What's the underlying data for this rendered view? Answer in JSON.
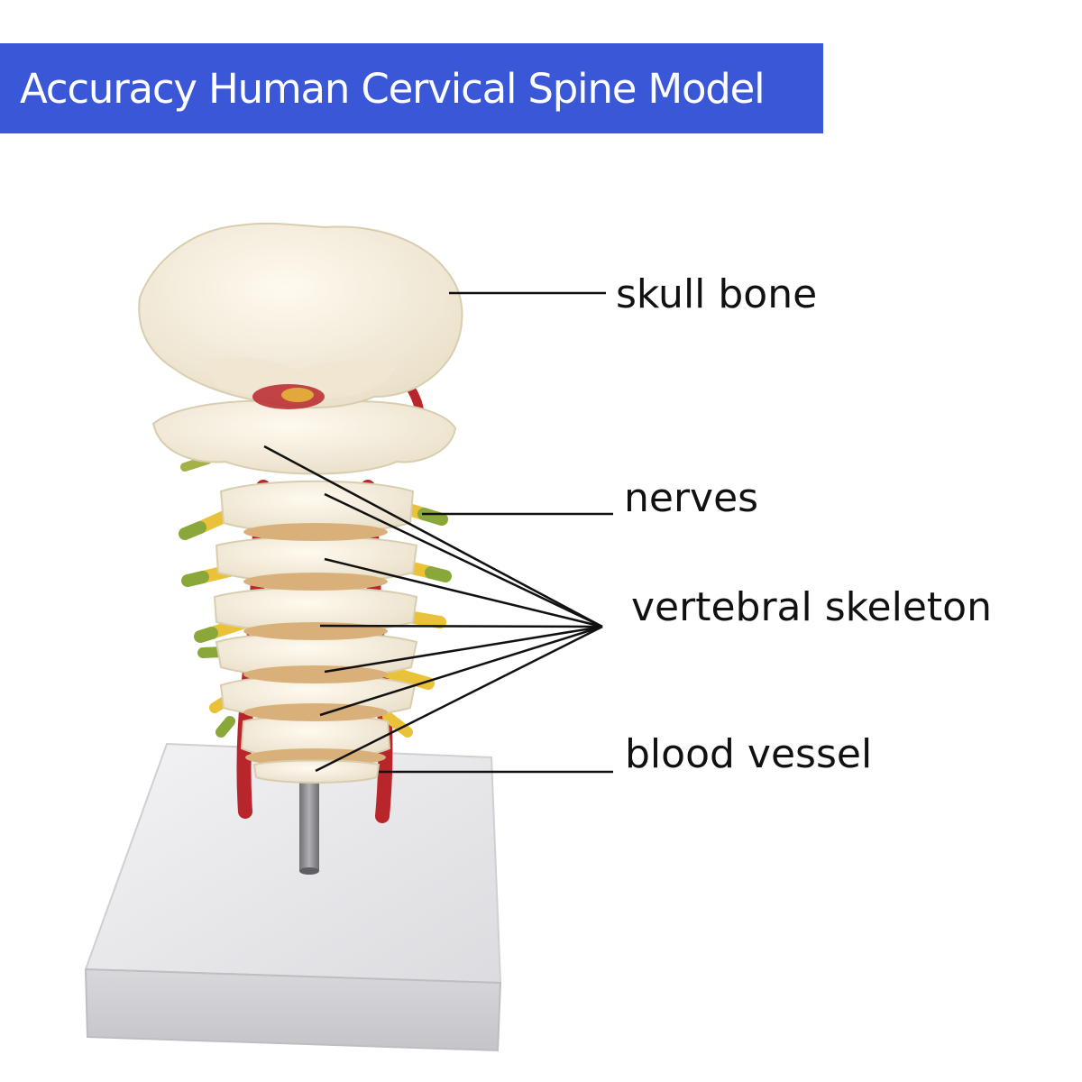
{
  "title": "Accuracy Human Cervical Spine Model",
  "labels": {
    "skull_bone": "skull bone",
    "nerves": "nerves",
    "vertebral_skeleton": "vertebral skeleton",
    "blood_vessel": "blood vessel"
  },
  "colors": {
    "banner": "#3a57d8",
    "bone": "#f6f0e2",
    "disc": "#d9b07a",
    "nerve_yellow": "#e9c23a",
    "nerve_green": "#8aa83a",
    "vessel_red": "#b8262c",
    "base": "#e9e9eb",
    "rod": "#8a8a8e",
    "leader_line": "#111111"
  }
}
